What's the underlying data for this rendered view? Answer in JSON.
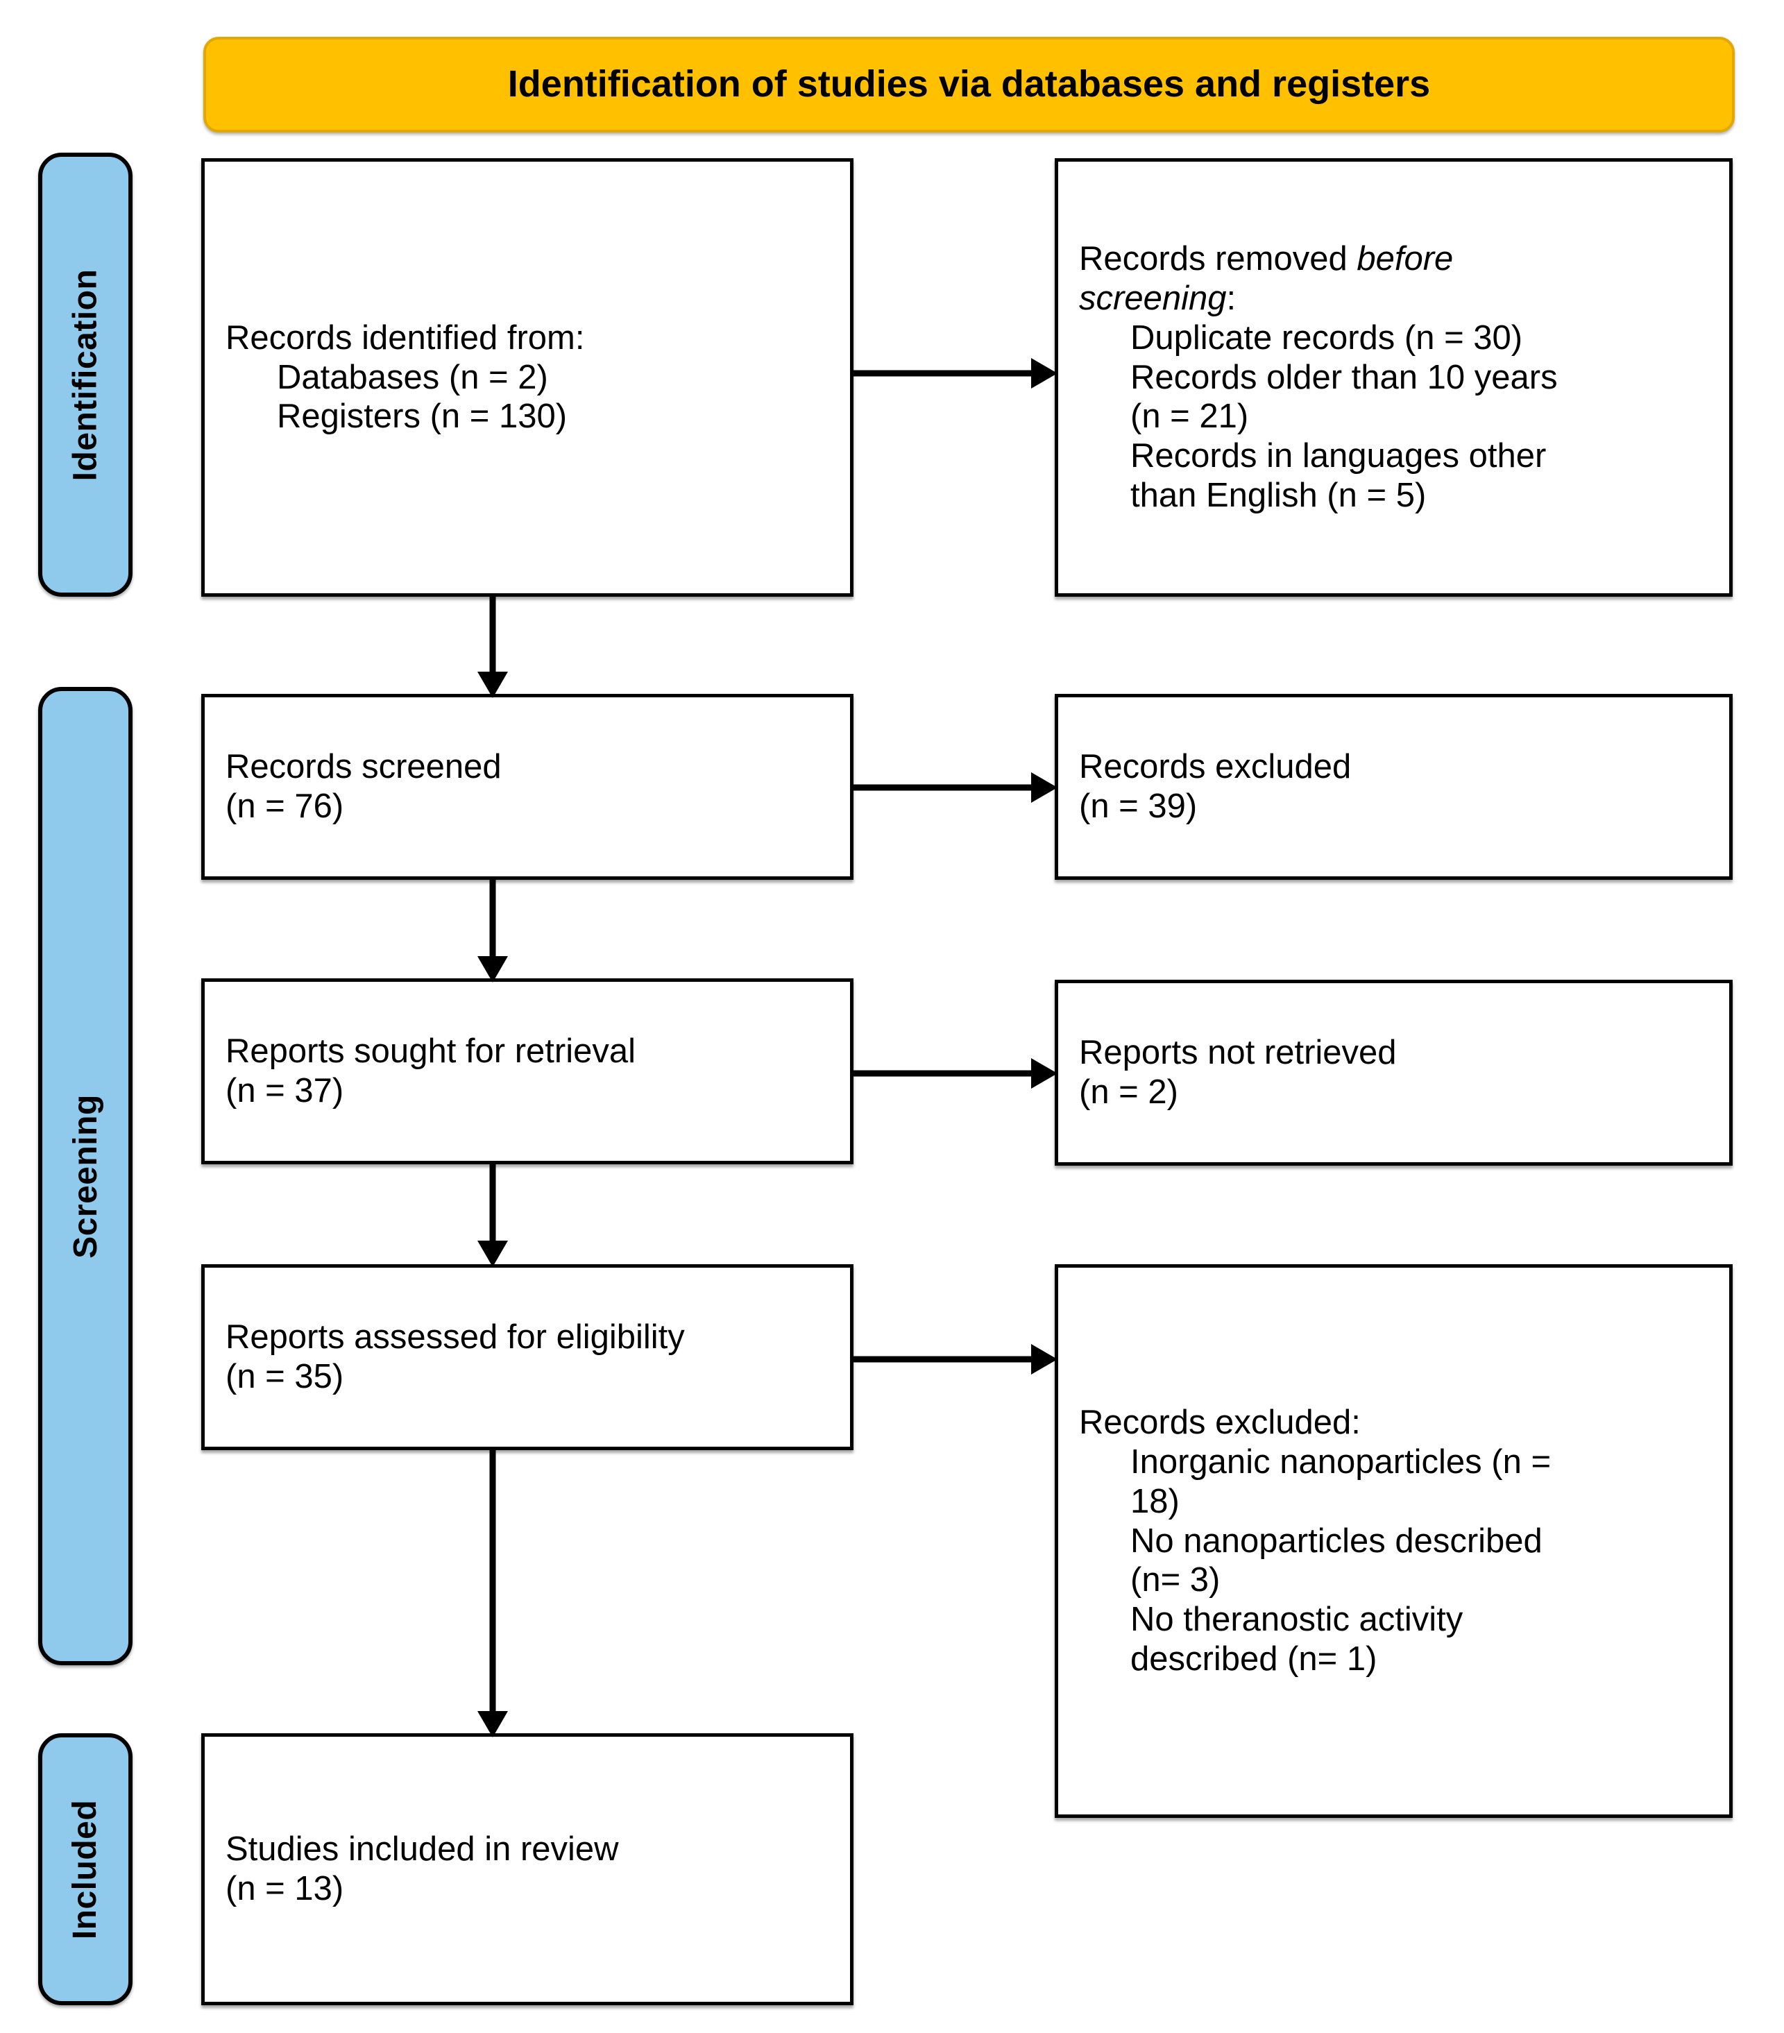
{
  "banner": {
    "title": "Identification of studies via databases and registers"
  },
  "stages": [
    {
      "id": "identification",
      "label": "Identification"
    },
    {
      "id": "screening",
      "label": "Screening"
    },
    {
      "id": "included",
      "label": "Included"
    }
  ],
  "boxes": {
    "identified": {
      "line1": "Records identified from:",
      "line2": "Databases (n = 2)",
      "line3": "Registers (n = 130)"
    },
    "removed": {
      "line1_pre": "Records removed ",
      "line1_em": "before",
      "line2_em": "screening",
      "line2_post": ":",
      "line3": "Duplicate records (n = 30)",
      "line4": "Records older than 10 years",
      "line5": "(n = 21)",
      "line6": "Records in languages other",
      "line7": "than English (n = 5)"
    },
    "screened": {
      "line1": "Records screened",
      "line2": "(n = 76)"
    },
    "excluded_screening": {
      "line1": "Records excluded",
      "line2": "(n = 39)"
    },
    "sought": {
      "line1": "Reports sought for retrieval",
      "line2": "(n = 37)"
    },
    "not_retrieved": {
      "line1": "Reports not retrieved",
      "line2": "(n = 2)"
    },
    "assessed": {
      "line1": "Reports assessed for eligibility",
      "line2": "(n = 35)"
    },
    "excluded_eligibility": {
      "line1": "Records excluded:",
      "line2": "Inorganic nanoparticles (n =",
      "line3": "18)",
      "line4": "No nanoparticles described",
      "line5": "(n= 3)",
      "line6": "No theranostic activity",
      "line7": "described (n= 1)"
    },
    "included": {
      "line1": "Studies included in review",
      "line2": "(n = 13)"
    }
  },
  "colors": {
    "banner_fill": "#FFC000",
    "banner_border": "#E0A800",
    "stage_fill": "#8FC9EC",
    "box_border": "#000000",
    "box_fill": "#FFFFFF",
    "arrow": "#000000"
  },
  "flow": {
    "arrows": [
      {
        "name": "identified-to-removed",
        "direction": "right"
      },
      {
        "name": "identified-to-screened",
        "direction": "down"
      },
      {
        "name": "screened-to-excluded",
        "direction": "right"
      },
      {
        "name": "screened-to-sought",
        "direction": "down"
      },
      {
        "name": "sought-to-not-retrieved",
        "direction": "right"
      },
      {
        "name": "sought-to-assessed",
        "direction": "down"
      },
      {
        "name": "assessed-to-excluded",
        "direction": "right"
      },
      {
        "name": "assessed-to-included",
        "direction": "down"
      }
    ]
  }
}
